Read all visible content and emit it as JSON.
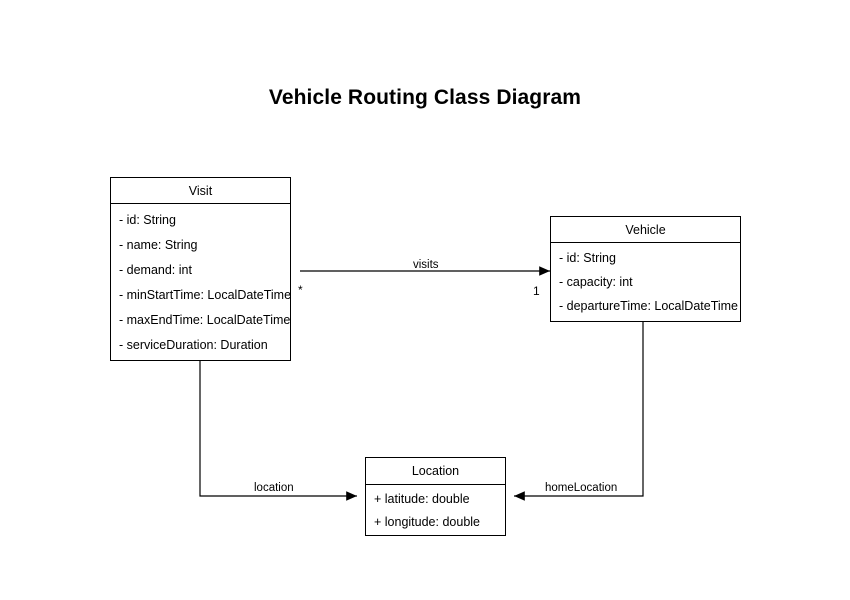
{
  "diagram": {
    "title": "Vehicle Routing Class Diagram",
    "type": "uml-class-diagram",
    "background_color": "#ffffff",
    "line_color": "#000000",
    "text_color": "#000000"
  },
  "classes": [
    {
      "name": "Visit",
      "attributes": [
        "- id: String",
        "- name: String",
        "- demand: int",
        "- minStartTime: LocalDateTime",
        "- maxEndTime: LocalDateTime",
        "- serviceDuration: Duration"
      ]
    },
    {
      "name": "Vehicle",
      "attributes": [
        "- id: String",
        "- capacity: int",
        "- departureTime: LocalDateTime"
      ]
    },
    {
      "name": "Location",
      "attributes": [
        "+ latitude: double",
        "+ longitude: double"
      ]
    }
  ],
  "relationships": [
    {
      "label": "visits",
      "from": "Vehicle",
      "to": "Visit",
      "source_multiplicity": "1",
      "target_multiplicity": "*"
    },
    {
      "label": "location",
      "from": "Visit",
      "to": "Location",
      "source_multiplicity": "",
      "target_multiplicity": ""
    },
    {
      "label": "homeLocation",
      "from": "Vehicle",
      "to": "Location",
      "source_multiplicity": "",
      "target_multiplicity": ""
    }
  ]
}
